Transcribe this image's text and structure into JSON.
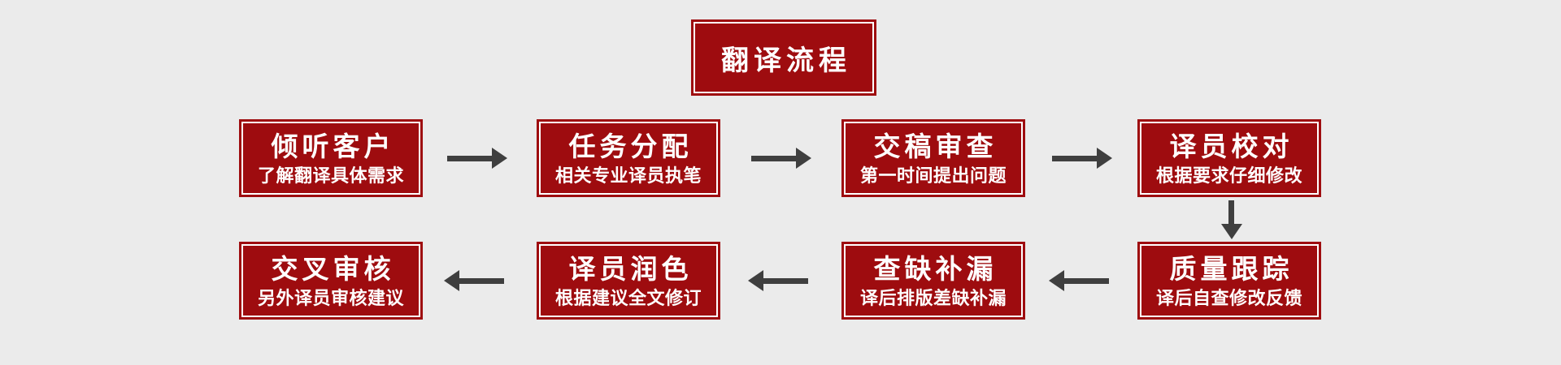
{
  "header": {
    "title": "翻译流程"
  },
  "colors": {
    "box_red": "#9e0c0f",
    "border_white": "#ffffff",
    "arrow_gray": "#3f3f3f",
    "background_gray": "#ebebeb",
    "text_white": "#ffffff"
  },
  "flow": {
    "top_row": [
      {
        "title": "倾听客户",
        "subtitle": "了解翻译具体需求"
      },
      {
        "title": "任务分配",
        "subtitle": "相关专业译员执笔"
      },
      {
        "title": "交稿审查",
        "subtitle": "第一时间提出问题"
      },
      {
        "title": "译员校对",
        "subtitle": "根据要求仔细修改"
      }
    ],
    "bottom_row": [
      {
        "title": "交叉审核",
        "subtitle": "另外译员审核建议"
      },
      {
        "title": "译员润色",
        "subtitle": "根据建议全文修订"
      },
      {
        "title": "查缺补漏",
        "subtitle": "译后排版差缺补漏"
      },
      {
        "title": "质量跟踪",
        "subtitle": "译后自查修改反馈"
      }
    ],
    "connections": [
      {
        "from": "倾听客户",
        "to": "任务分配",
        "direction": "right"
      },
      {
        "from": "任务分配",
        "to": "交稿审查",
        "direction": "right"
      },
      {
        "from": "交稿审查",
        "to": "译员校对",
        "direction": "right"
      },
      {
        "from": "译员校对",
        "to": "质量跟踪",
        "direction": "down"
      },
      {
        "from": "质量跟踪",
        "to": "查缺补漏",
        "direction": "left"
      },
      {
        "from": "查缺补漏",
        "to": "译员润色",
        "direction": "left"
      },
      {
        "from": "译员润色",
        "to": "交叉审核",
        "direction": "left"
      }
    ]
  }
}
